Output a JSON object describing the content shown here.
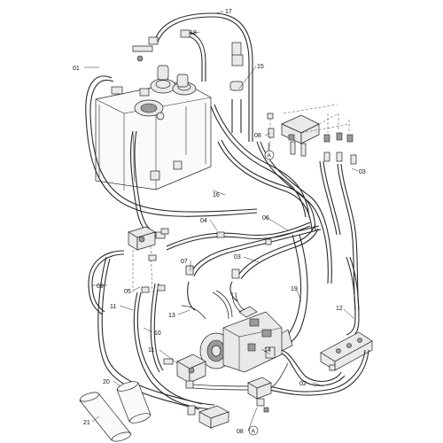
{
  "callouts": {
    "c01": "01",
    "c02": "02",
    "c03a": "03",
    "c03b": "03",
    "c04": "04",
    "c05": "05",
    "c06": "06",
    "c07": "07",
    "c08a": "08",
    "c08b": "08",
    "c09": "09",
    "c10": "10",
    "c11a": "11",
    "c11b": "11",
    "c12": "12",
    "c13": "13",
    "c14": "14",
    "c15": "15",
    "c16": "16",
    "c17": "17",
    "c18": "18",
    "c19": "19",
    "c20": "20",
    "c21": "21",
    "refA1": "A",
    "refA2": "A"
  }
}
